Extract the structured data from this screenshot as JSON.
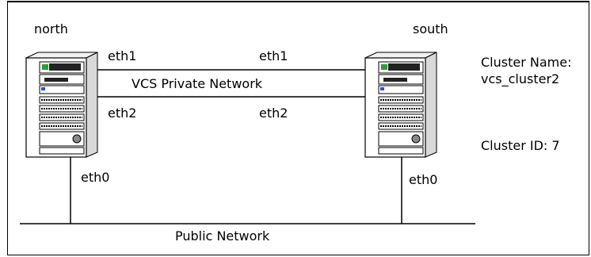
{
  "nodes": {
    "left": {
      "name": "north",
      "port_top": "eth1",
      "port_bottom": "eth2",
      "port_public": "eth0"
    },
    "right": {
      "name": "south",
      "port_top": "eth1",
      "port_bottom": "eth2",
      "port_public": "eth0"
    }
  },
  "links": {
    "private_label": "VCS Private Network",
    "public_label": "Public Network"
  },
  "cluster": {
    "name_label": "Cluster Name:",
    "name_value": "vcs_cluster2",
    "id_label": "Cluster ID: 7"
  }
}
